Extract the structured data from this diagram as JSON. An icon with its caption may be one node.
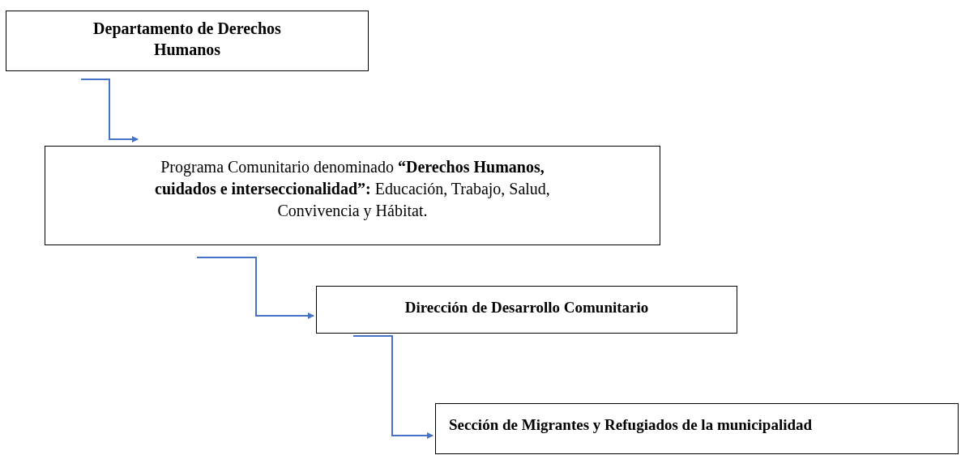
{
  "diagram": {
    "nodes": [
      {
        "text": [
          "Departamento de Derechos Humanos"
        ]
      },
      {
        "text": [
          "Programa Comunitario denominado **“Derechos Humanos, cuidados e interseccionalidad”:** Educación, Trabajo, Salud, Convivencia y Hábitat."
        ]
      },
      {
        "text": [
          "Dirección de Desarrollo Comunitario"
        ]
      },
      {
        "text": [
          "Sección de Migrantes y Refugiados de la municipalidad"
        ]
      }
    ],
    "edges": [
      {
        "from": 0,
        "to": 1,
        "arrow": "to"
      },
      {
        "from": 1,
        "to": 2,
        "arrow": "to"
      },
      {
        "from": 2,
        "to": 3,
        "arrow": "to"
      }
    ]
  }
}
